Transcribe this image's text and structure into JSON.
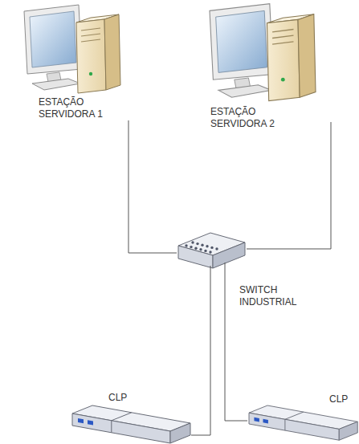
{
  "diagram": {
    "nodes": [
      {
        "text": [
          "ESTAÇÃO SERVIDORA 1"
        ]
      },
      {
        "text": [
          "ESTAÇÃO SERVIDORA 2"
        ]
      },
      {
        "text": [
          "SWITCH INDUSTRIAL"
        ]
      },
      {
        "text": [
          "CLP"
        ]
      },
      {
        "text": [
          "CLP"
        ]
      }
    ],
    "edges": [
      {
        "from": 0,
        "to": 2,
        "arrow": "none"
      },
      {
        "from": 1,
        "to": 2,
        "arrow": "none"
      },
      {
        "from": 2,
        "to": 3,
        "arrow": "none"
      },
      {
        "from": 2,
        "to": 4,
        "arrow": "none"
      }
    ]
  }
}
